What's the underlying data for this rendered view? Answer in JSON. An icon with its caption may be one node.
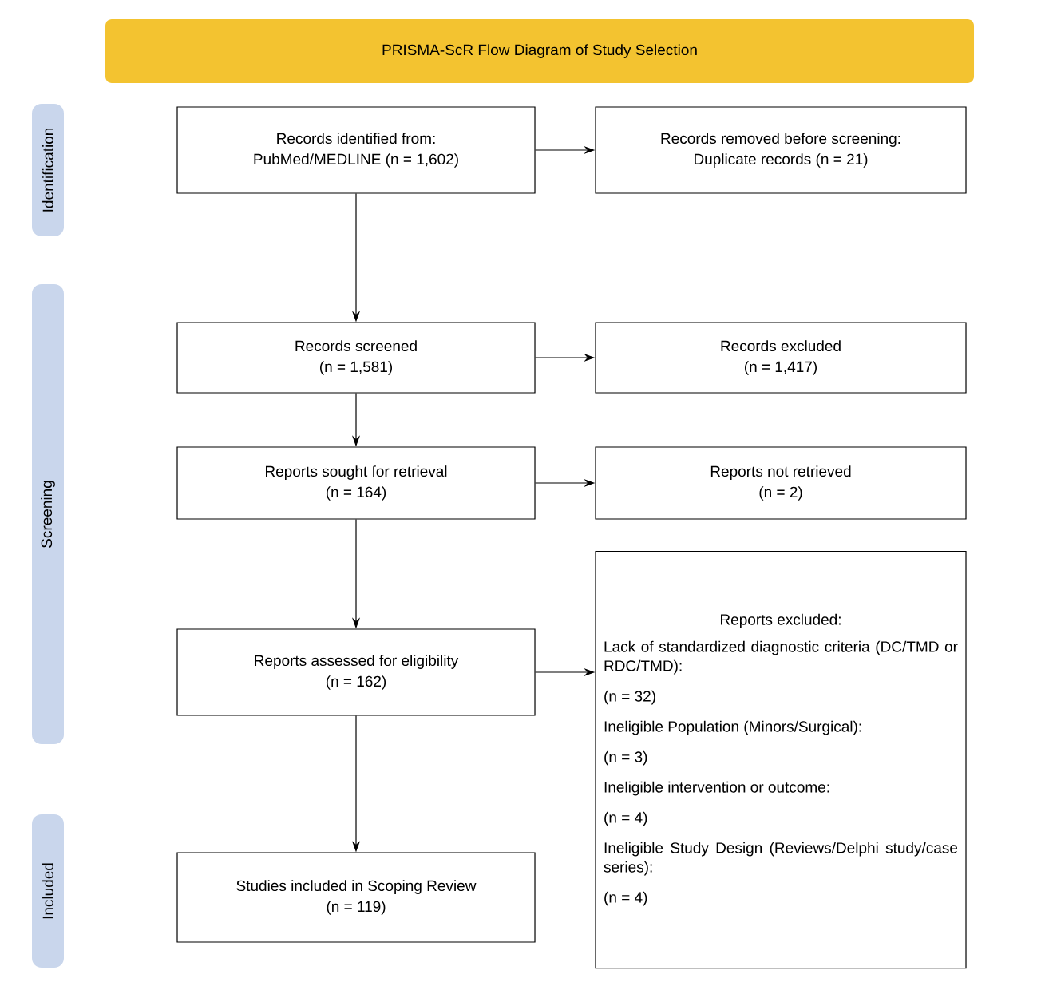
{
  "diagram": {
    "nodes": [
      {
        "text": [
          "PRISMA-ScR Flow Diagram of Study Selection"
        ]
      },
      {
        "text": [
          "Identification"
        ]
      },
      {
        "text": [
          "Records identified from:",
          "PubMed/MEDLINE (n = 1,602)"
        ]
      },
      {
        "text": [
          "Records removed before screening:",
          "Duplicate records (n = 21)"
        ]
      },
      {
        "text": [
          "Screening"
        ]
      },
      {
        "text": [
          "Records screened",
          "(n = 1,581)"
        ]
      },
      {
        "text": [
          "Records excluded",
          "(n = 1,417)"
        ]
      },
      {
        "text": [
          "Reports sought for retrieval",
          "(n = 164)"
        ]
      },
      {
        "text": [
          "Reports not retrieved",
          "(n = 2)"
        ]
      },
      {
        "text": [
          "Reports assessed for eligibility",
          "(n = 162)"
        ]
      },
      {
        "text": [
          "Reports excluded:",
          "Lack of standardized diagnostic criteria (DC/TMD or RDC/TMD):",
          "(n = 32)",
          "Ineligible Population (Minors/Surgical):",
          "(n = 3)",
          "Ineligible intervention or outcome:",
          "(n = 4)",
          "Ineligible Study Design (Reviews/Delphi study/case series):",
          "(n = 4)"
        ]
      },
      {
        "text": [
          "Included"
        ]
      },
      {
        "text": [
          "Studies included in Scoping Review",
          "(n = 119)"
        ]
      }
    ],
    "edges": [
      {
        "from": 2,
        "to": 3,
        "arrow": "to"
      },
      {
        "from": 2,
        "to": 5,
        "arrow": "to"
      },
      {
        "from": 5,
        "to": 6,
        "arrow": "to"
      },
      {
        "from": 5,
        "to": 7,
        "arrow": "to"
      },
      {
        "from": 7,
        "to": 8,
        "arrow": "to"
      },
      {
        "from": 7,
        "to": 9,
        "arrow": "to"
      },
      {
        "from": 9,
        "to": 10,
        "arrow": "to"
      },
      {
        "from": 9,
        "to": 12,
        "arrow": "to"
      }
    ]
  }
}
